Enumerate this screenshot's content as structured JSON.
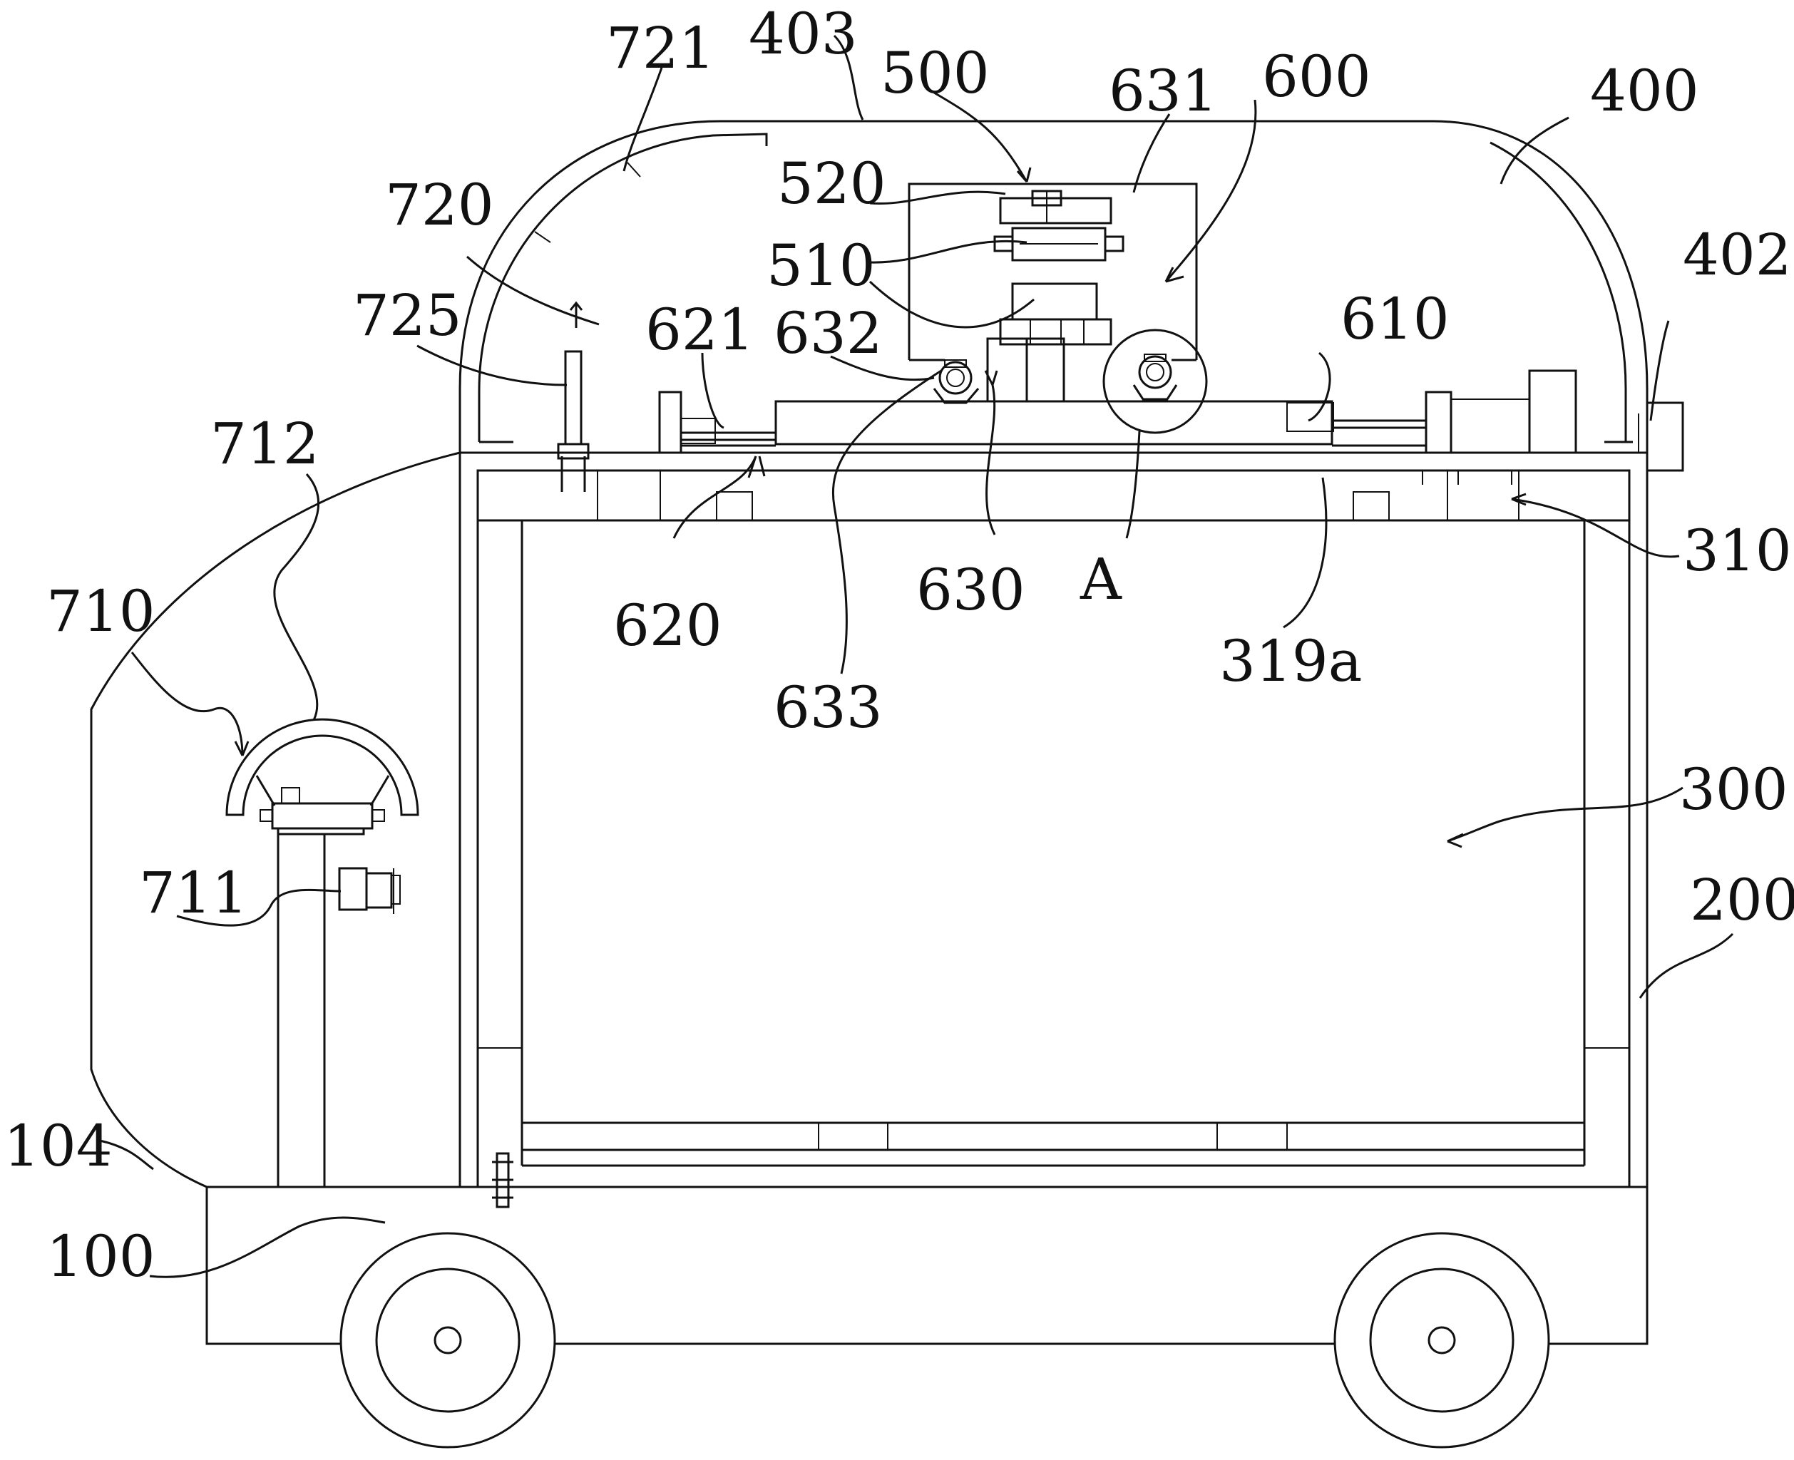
{
  "labels": {
    "l721": "721",
    "l403": "403",
    "l500": "500",
    "l631": "631",
    "l600": "600",
    "l400": "400",
    "l520": "520",
    "l510": "510",
    "l720": "720",
    "l725": "725",
    "l621": "621",
    "l632": "632",
    "l610": "610",
    "l402": "402",
    "l712": "712",
    "l310": "310",
    "l710": "710",
    "l620": "620",
    "l630": "630",
    "lA": "A",
    "l319a": "319a",
    "l633": "633",
    "l300": "300",
    "l711": "711",
    "l200": "200",
    "l104": "104",
    "l100": "100"
  }
}
